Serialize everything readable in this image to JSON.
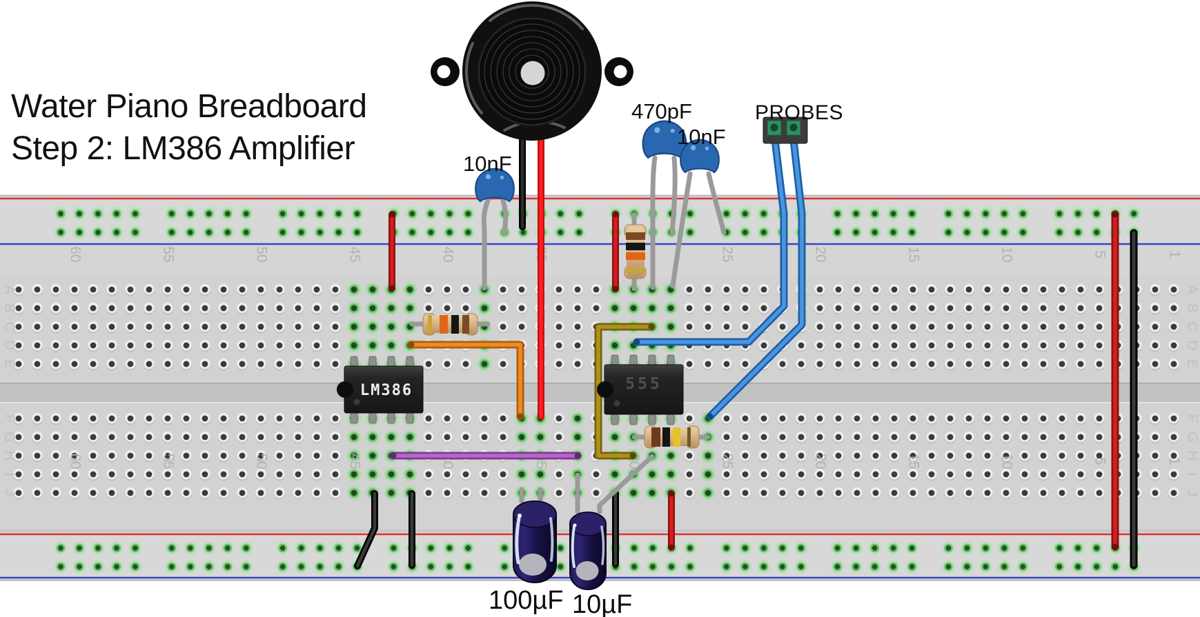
{
  "title": {
    "line1": "Water Piano Breadboard",
    "line2": "Step 2: LM386 Amplifier"
  },
  "component_labels": {
    "cap_10nf_left": "10nF",
    "cap_470pf": "470pF",
    "cap_10nf_right": "10nF",
    "probes": "PROBES",
    "cap_100uf": "100µF",
    "cap_10uf": "10µF",
    "ic_amplifier": "LM386",
    "ic_timer": "555"
  },
  "breadboard": {
    "column_labels": [
      "60",
      "55",
      "50",
      "45",
      "40",
      "35",
      "30",
      "25",
      "20",
      "15",
      "10",
      "5",
      "1"
    ],
    "row_letters_top": [
      "A",
      "B",
      "C",
      "D",
      "E"
    ],
    "row_letters_bottom": [
      "F",
      "G",
      "H",
      "I",
      "J"
    ],
    "rail_line_positive_color": "#e23131",
    "rail_line_negative_color": "#3b45c4"
  },
  "components": [
    {
      "name": "piezo-buzzer",
      "description": "black piezo speaker with two mounting tabs"
    },
    {
      "name": "ceramic-capacitor-10nf-left",
      "value": "10nF"
    },
    {
      "name": "ceramic-capacitor-470pf",
      "value": "470pF"
    },
    {
      "name": "ceramic-capacitor-10nf-right",
      "value": "10nF"
    },
    {
      "name": "probes-header",
      "label": "PROBES",
      "wires": "blue"
    },
    {
      "name": "ic-lm386",
      "part": "LM386",
      "package": "DIP-8"
    },
    {
      "name": "ic-555",
      "part": "555",
      "package": "DIP-8"
    },
    {
      "name": "resistor-lm386-input",
      "bands": [
        "gold",
        "orange",
        "black",
        "brown"
      ]
    },
    {
      "name": "resistor-555-output",
      "bands": [
        "brown",
        "black",
        "yellow",
        "brown"
      ]
    },
    {
      "name": "resistor-top-rail-vertical",
      "bands": [
        "brown",
        "black",
        "orange",
        "gold"
      ]
    },
    {
      "name": "electrolytic-capacitor-100uf",
      "value": "100µF"
    },
    {
      "name": "electrolytic-capacitor-10uf",
      "value": "10µF"
    }
  ],
  "wire_colors": {
    "power_red": "#c41616",
    "ground_black": "#1c1c1c",
    "signal_orange": "#e07c1a",
    "signal_purple": "#a155b5",
    "signal_olive": "#a08218",
    "probe_blue": "#2f77c2",
    "lead_gray": "#9a9a9a"
  }
}
